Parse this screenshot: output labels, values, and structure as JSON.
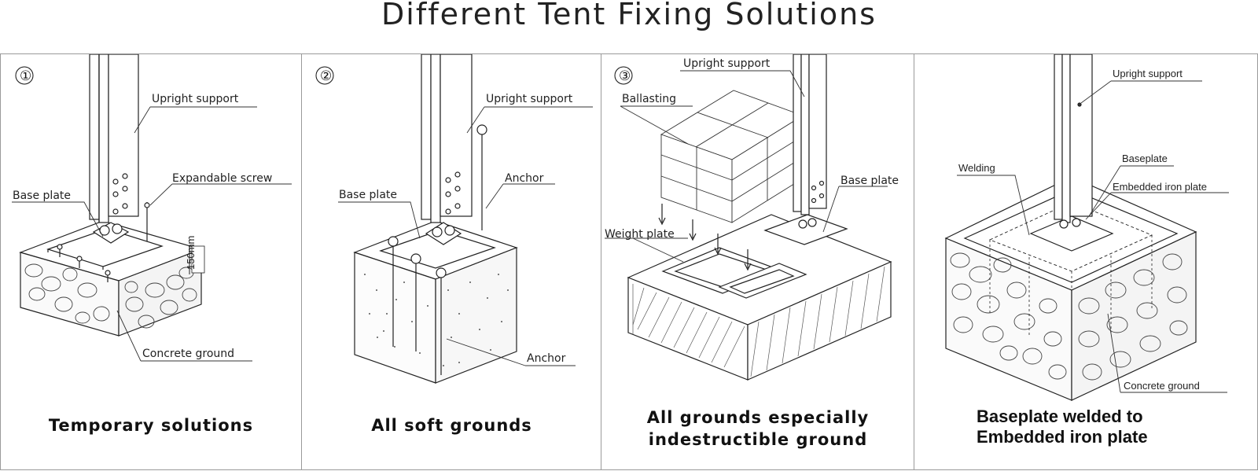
{
  "title": "Different Tent Fixing Solutions",
  "panels": [
    {
      "number": "①",
      "labels": {
        "upright": "Upright support",
        "base_plate": "Base plate",
        "screw": "Expandable screw",
        "ground": "Concrete ground",
        "dimension": "150mm"
      },
      "caption_1": "Temporary solutions",
      "caption_2": ""
    },
    {
      "number": "②",
      "labels": {
        "upright": "Upright support",
        "base_plate": "Base plate",
        "anchor_top": "Anchor",
        "anchor_bottom": "Anchor"
      },
      "caption_1": "All soft grounds",
      "caption_2": ""
    },
    {
      "number": "③",
      "labels": {
        "upright": "Upright support",
        "ballasting": "Ballasting",
        "base_plate": "Base plate",
        "weight_plate": "Weight plate"
      },
      "caption_1": "All grounds especially",
      "caption_2": "indestructible ground"
    },
    {
      "labels": {
        "upright": "Upright support",
        "welding": "Welding",
        "baseplate": "Baseplate",
        "embedded": "Embedded iron plate",
        "ground": "Concrete ground"
      },
      "caption_1": "Baseplate welded to",
      "caption_2": "Embedded iron plate"
    }
  ]
}
